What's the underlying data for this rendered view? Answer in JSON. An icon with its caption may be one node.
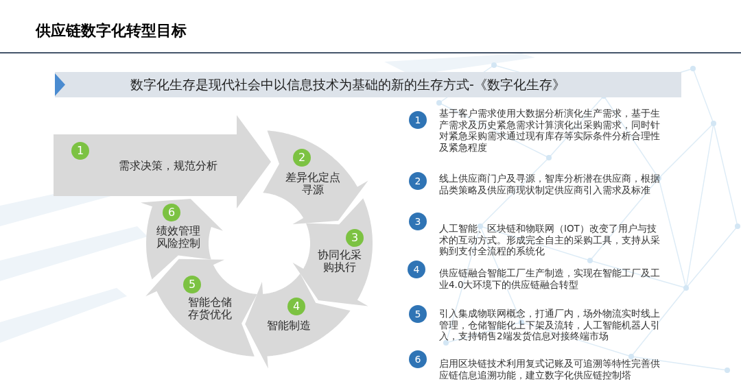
{
  "diagram": {
    "title": "供应链数字化转型目标",
    "nodes": [
      {
        "text": [
          "数字化生存是现代社会中以信息技术为基础的新的生存方式-《数字化生存》"
        ]
      },
      {
        "text": [
          "需求决策，规范分析"
        ]
      },
      {
        "text": [
          "1"
        ],
        "in": 1
      },
      {
        "text": [
          "差异化定点寻源"
        ]
      },
      {
        "text": [
          "2"
        ],
        "in": 3
      },
      {
        "text": [
          "协同化采购执行"
        ]
      },
      {
        "text": [
          "3"
        ],
        "in": 5
      },
      {
        "text": [
          "智能制造"
        ]
      },
      {
        "text": [
          "4"
        ],
        "in": 7
      },
      {
        "text": [
          "智能仓储存货优化"
        ]
      },
      {
        "text": [
          "5"
        ],
        "in": 9
      },
      {
        "text": [
          "绩效管理风险控制"
        ]
      },
      {
        "text": [
          "6"
        ],
        "in": 11
      },
      {
        "text": [
          "1"
        ],
        "beside": [
          "基于客户需求使用大数据分析演化生产需求，基于生产需求及历史紧急需求计算演化出采购需求，同时针对紧急采购需求通过现有库存等实际条件分析合理性及紧急程度"
        ]
      },
      {
        "text": [
          "2"
        ],
        "beside": [
          "线上供应商门户及寻源，智库分析潜在供应商，根据品类策略及供应商现状制定供应商引入需求及标准"
        ]
      },
      {
        "text": [
          "3"
        ],
        "beside": [
          "人工智能、区块链和物联网（IOT）改变了用户与技术的互动方式。形成完全自主的采购工具，支持从采购到支付全流程的系统化"
        ]
      },
      {
        "text": [
          "4"
        ],
        "beside": [
          "供应链融合智能工厂生产制造，实现在智能工厂及工业4.0大环境下的供应链融合转型"
        ]
      },
      {
        "text": [
          "5"
        ],
        "beside": [
          "引入集成物联网概念，打通厂内，场外物流实时线上管理，仓储智能化上下架及流转，人工智能机器人引入，支持销售2端发货信息对接终端市场"
        ]
      },
      {
        "text": [
          "6"
        ],
        "beside": [
          "启用区块链技术利用复式记账及可追溯等特性完善供应链信息追溯功能，建立数字化供应链控制塔"
        ]
      }
    ]
  }
}
